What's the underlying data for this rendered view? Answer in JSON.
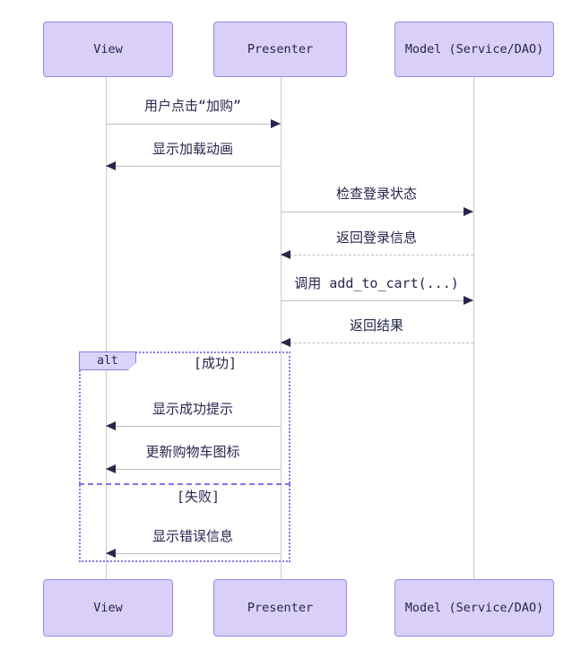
{
  "diagram": {
    "type": "sequence",
    "actors": [
      {
        "id": "view",
        "label": "View"
      },
      {
        "id": "presenter",
        "label": "Presenter"
      },
      {
        "id": "model",
        "label": "Model (Service/DAO)"
      }
    ],
    "messages": [
      {
        "from": "View",
        "to": "Presenter",
        "label": "用户点击“加购”",
        "style": "solid"
      },
      {
        "from": "Presenter",
        "to": "View",
        "label": "显示加载动画",
        "style": "solid"
      },
      {
        "from": "Presenter",
        "to": "Model",
        "label": "检查登录状态",
        "style": "solid"
      },
      {
        "from": "Model",
        "to": "Presenter",
        "label": "返回登录信息",
        "style": "dashed"
      },
      {
        "from": "Presenter",
        "to": "Model",
        "label": "调用 add_to_cart(...)",
        "style": "solid"
      },
      {
        "from": "Model",
        "to": "Presenter",
        "label": "返回结果",
        "style": "dashed"
      },
      {
        "from": "Presenter",
        "to": "View",
        "label": "显示成功提示",
        "style": "solid"
      },
      {
        "from": "Presenter",
        "to": "View",
        "label": "更新购物车图标",
        "style": "solid"
      },
      {
        "from": "Presenter",
        "to": "View",
        "label": "显示错误信息",
        "style": "solid"
      }
    ],
    "alt": {
      "keyword": "alt",
      "conditions": [
        "[成功]",
        "[失败]"
      ]
    },
    "colors": {
      "actor_fill": "#d9cff8",
      "actor_border": "#9a87ec",
      "text": "#26264d",
      "message_line": "#bdbdbd",
      "lifeline": "#cccccc",
      "frame_border": "#8378ee",
      "divider": "#7b74e8",
      "alt_label_fill": "#dcd3fa",
      "background": "#ffffff"
    }
  }
}
